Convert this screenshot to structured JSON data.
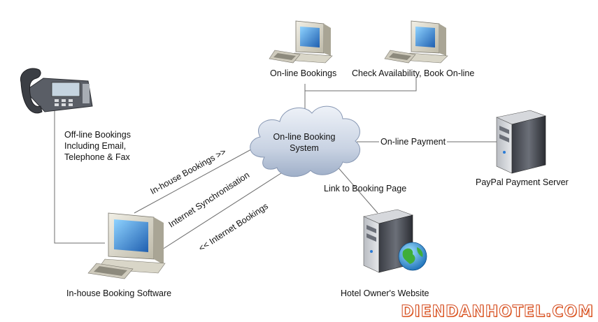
{
  "nodes": {
    "online_bookings": "On-line Bookings",
    "check_availability": "Check Availability, Book On-line",
    "offline_bookings": [
      "Off-line Bookings",
      "Including Email,",
      "Telephone & Fax"
    ],
    "booking_system": [
      "On-line Booking",
      "System"
    ],
    "paypal_server": "PayPal Payment Server",
    "inhouse_software": "In-house Booking Software",
    "owner_website": "Hotel Owner's Website"
  },
  "edges": {
    "online_payment": "On-line Payment",
    "link_booking_page": "Link to Booking Page",
    "inhouse_bookings": "In-house Bookings >>",
    "internet_sync": "Internet Synchronisation",
    "internet_bookings": "<< Internet Bookings"
  },
  "watermark": "DIENDANHOTEL.COM",
  "colors": {
    "line": "#6e6e6e",
    "cloud": "#c9d5e8",
    "watermark": "#d34a1e"
  }
}
